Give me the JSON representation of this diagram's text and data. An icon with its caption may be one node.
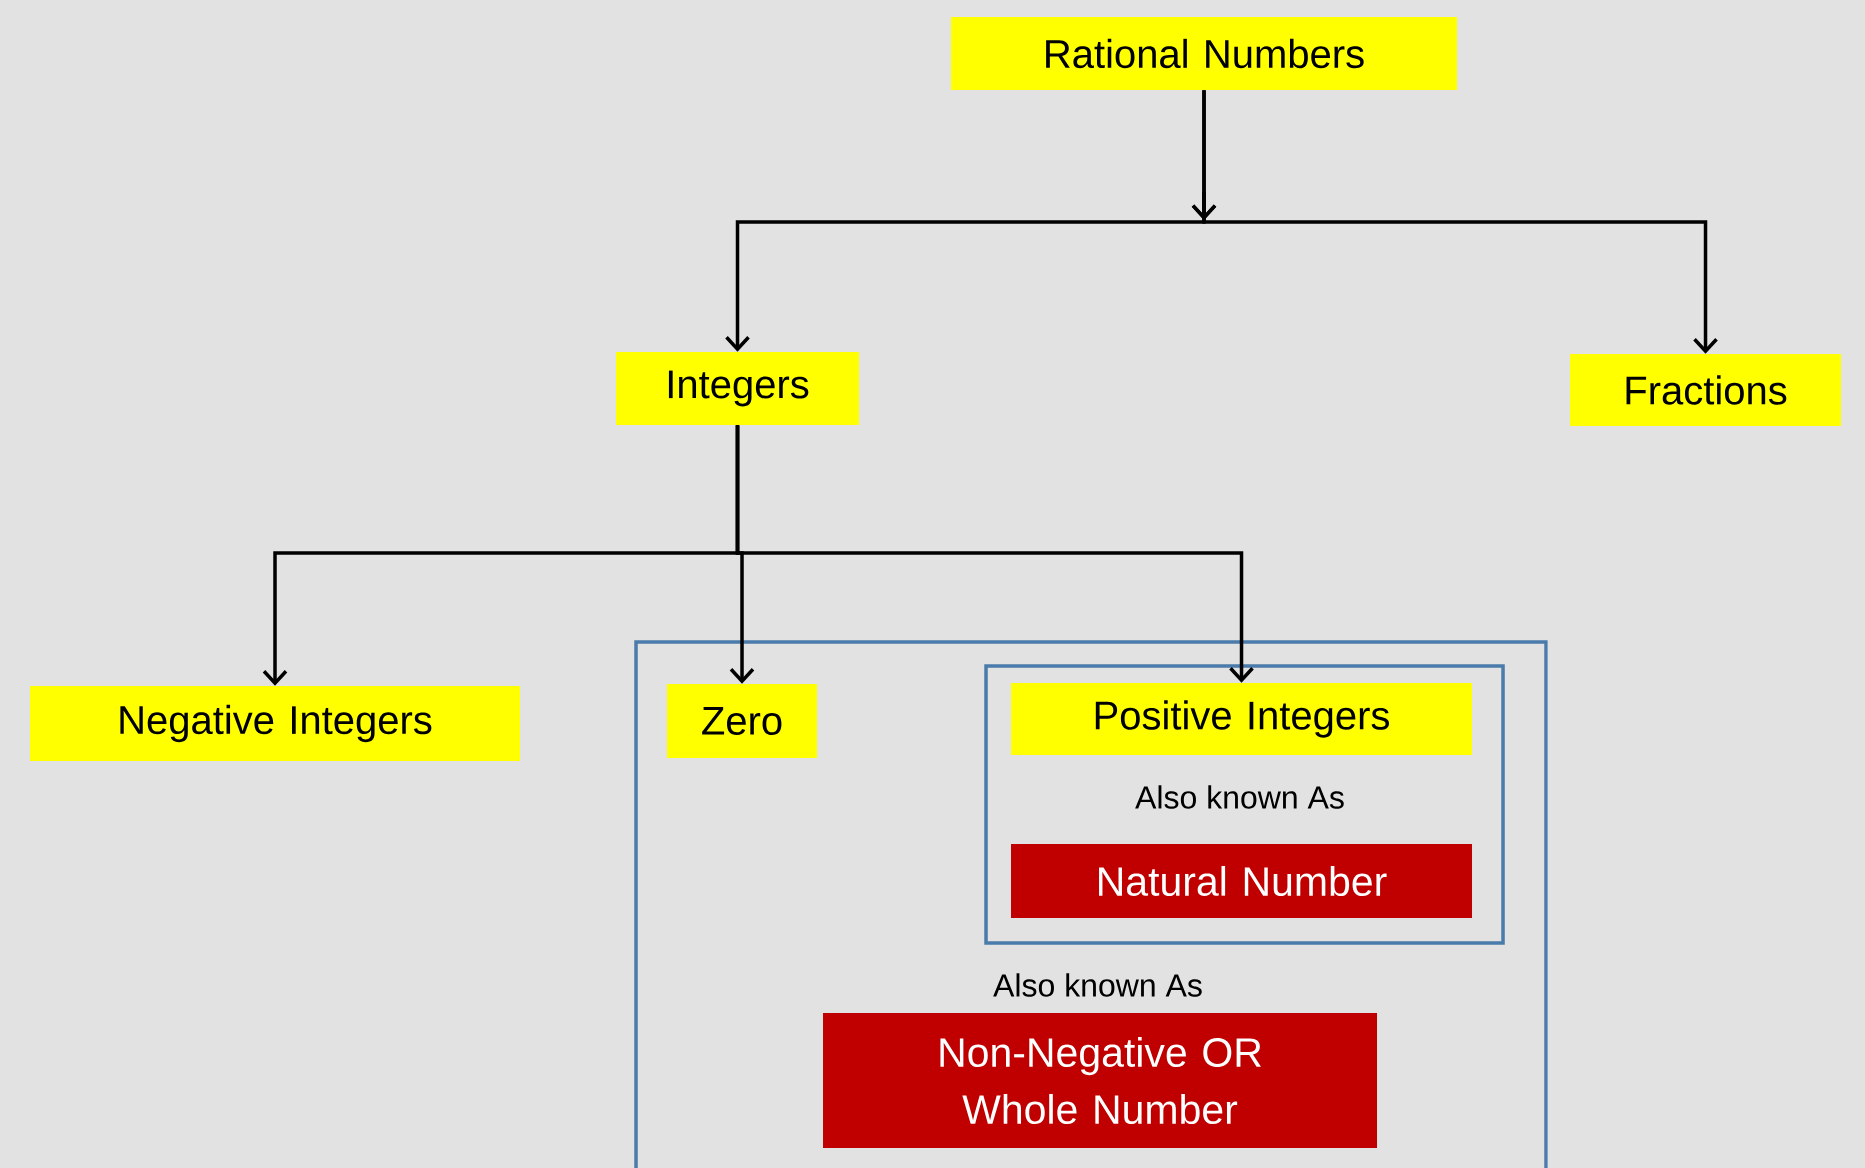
{
  "diagram": {
    "nodes": [
      {
        "text": [
          "Rational Numbers"
        ]
      },
      {
        "text": [
          "Integers"
        ]
      },
      {
        "text": [
          "Fractions"
        ]
      },
      {
        "text": [
          "Negative Integers"
        ]
      },
      {
        "text": [
          "Also known As"
        ]
      },
      {
        "text": [
          "Zero"
        ],
        "in": 4
      },
      {
        "text": [
          "Also known As"
        ],
        "in": 4
      },
      {
        "text": [
          "Positive Integers"
        ],
        "in": 6
      },
      {
        "text": [
          "Natural Number"
        ],
        "in": 6
      },
      {
        "text": [
          "Non-Negative OR Whole Number"
        ],
        "in": 4
      }
    ],
    "edges": [
      {
        "from": 0,
        "to": 1,
        "arrow": "to"
      },
      {
        "from": 0,
        "to": 2,
        "arrow": "to"
      },
      {
        "from": 1,
        "to": 3,
        "arrow": "to"
      },
      {
        "from": 1,
        "to": 5,
        "arrow": "to"
      },
      {
        "from": 1,
        "to": 7,
        "arrow": "to"
      }
    ]
  }
}
